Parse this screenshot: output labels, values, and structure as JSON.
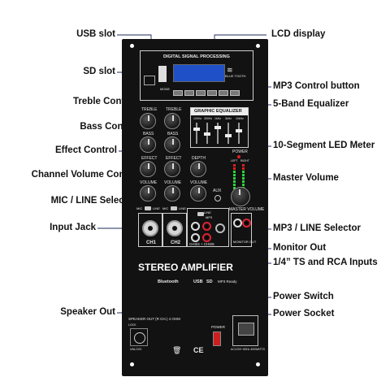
{
  "callouts": {
    "left": [
      "USB slot",
      "SD slot",
      "Treble Control",
      "Bass Control",
      "Effect Control",
      "Channel Volume Control",
      "MIC / LINE Selector",
      "Input Jack",
      "Speaker Out"
    ],
    "right": [
      "LCD display",
      "MP3 Control button",
      "5-Band Equalizer",
      "10-Segment LED Meter",
      "Master Volume",
      "MP3 / LINE Selector",
      "Monitor Out",
      "1/4” TS and RCA Inputs",
      "Power Switch",
      "Power Socket"
    ]
  },
  "panel": {
    "dsp_title": "DIGITAL SIGNAL PROCESSING",
    "bluetooth_tag": "BLUE TOOTH",
    "mode_label": "MODE",
    "eq_title": "GRAPHIC EQUALIZER",
    "eq_bands": [
      "100Hz",
      "300Hz",
      "1kHz",
      "3kHz",
      "10kHz"
    ],
    "knob_labels": {
      "treble": "TREBLE",
      "bass": "BASS",
      "effect": "EFFECT",
      "volume": "VOLUME",
      "depth": "DEPTH",
      "aux": "AUX"
    },
    "power_label": "POWER",
    "meter_labels": [
      "LEFT",
      "RIGHT"
    ],
    "master_volume_label": "MASTER VOLUME",
    "mic_line_labels": [
      "MIC",
      "LINE"
    ],
    "line_mp3_labels": [
      "LINE",
      "MP3"
    ],
    "channel_labels": [
      "CH1",
      "CH2",
      "CH3/4 + CH5/6"
    ],
    "monitor_label": "MONITOR OUT",
    "brand_title": "STEREO AMPLIFIER",
    "logos": [
      "Bluetooth",
      "USB",
      "SD",
      "MP3 Ready"
    ],
    "speaker_out_label": "SPEAKER OUT (R CH.) 4 OHM",
    "lock_label": "LOCK",
    "unlock_label": "UNLOCK",
    "power_switch_label": "POWER",
    "power_socket_label": "AC120V~60Hz 400WATTS",
    "ce_mark": "CE"
  },
  "colors": {
    "panel_bg": "#121212",
    "lcd_blue": "#1f50c8",
    "leader_line": "#1e2a5a",
    "led_green": "#2ad83a",
    "led_red": "#e02020",
    "switch_red": "#cc2020"
  }
}
